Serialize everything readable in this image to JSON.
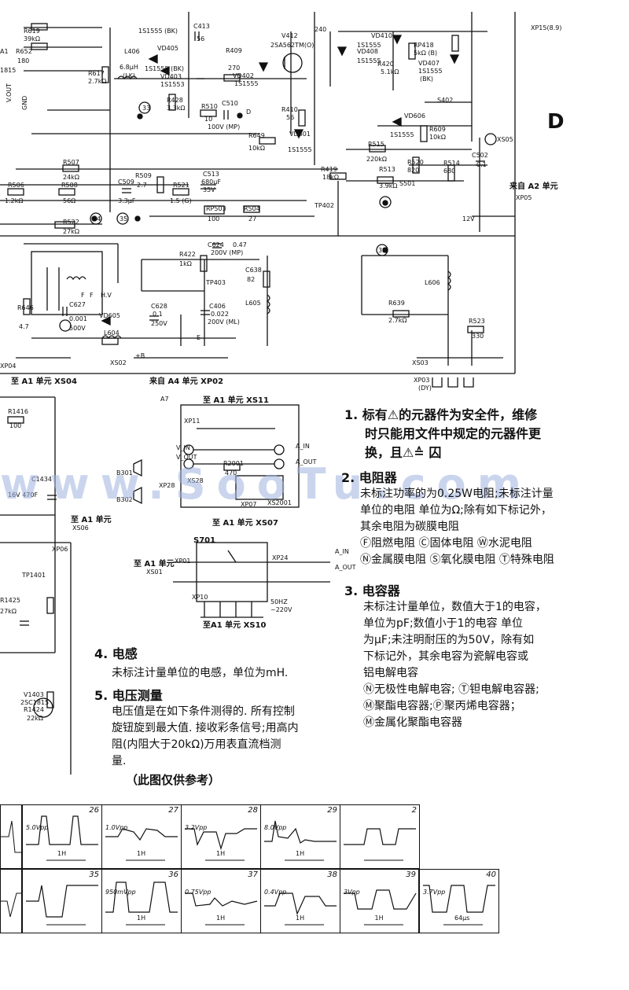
{
  "section_letter": "D",
  "watermark": "www.SooTu.com",
  "labels": {
    "xp15": "XP15(8.9)",
    "r619": "R619",
    "r619v": "39kΩ",
    "r652": "R652",
    "r652v": "180",
    "a1": "A1",
    "s815": "1815",
    "vout": "V.OUT",
    "gnd": "GND",
    "r617": "R617",
    "r617v": "2.7kΩ",
    "vd1s": "1S1555 (BK)",
    "c413": "C413",
    "c413v": "56",
    "l406": "L406",
    "l406v": "6.8μH",
    "lk": "(LK)",
    "vd405": "VD405",
    "vd405m": "1S1555 (BK)",
    "vd403": "VD403",
    "vd403m": "1S1553",
    "r409": "R409",
    "r409v": "270",
    "vd402": "VD402",
    "vd402m": "1S1555",
    "v412": "V412",
    "v412m": "2SA562TM(O)",
    "n240": "240",
    "vd410": "VD410",
    "vd410m": "1S1555",
    "vd408": "VD408",
    "vd408m": "1S1555",
    "rp418": "RP418",
    "rp418v": "5kΩ (B)",
    "r420": "R420",
    "r420v": "5.1kΩ",
    "vd407": "VD407",
    "vd407m": "1S1555",
    "vd407b": "(BK)",
    "r428": "R428",
    "r428v": "3.3kΩ",
    "r510": "R510",
    "r510v": "10",
    "c510": "C510",
    "c510v": "100V (MP)",
    "d": "D",
    "r410": "R410",
    "r410v": "56",
    "s402": "S402",
    "vd606": "VD606",
    "vd606m": "1S1555",
    "r609": "R609",
    "r609v": "10kΩ",
    "r649": "R649",
    "r649v": "10kΩ",
    "vd601": "VD601",
    "vd601m": "1S1555",
    "r507": "R507",
    "r507v": "24kΩ",
    "r509": "R509",
    "r509v": "2.7",
    "c513": "C513",
    "c513v": "680μF",
    "c513w": "35V",
    "r515": "R515",
    "r515v": "220kΩ",
    "r520": "R520",
    "r520v": "820",
    "r513": "R513",
    "r513v": "3.9kΩ",
    "s501": "S501",
    "r514": "R514",
    "r514v": "680",
    "c502": "C502",
    "c502v": "0.1",
    "xs05": "XS05",
    "from_a2": "来自 A2 单元",
    "xp05": "XP05",
    "r419": "R419",
    "r419v": "18kΩ",
    "r506": "R506",
    "r506v": "1.2kΩ",
    "r508": "R508",
    "r508v": "56Ω",
    "c509": "C509",
    "c509v": "3.3μF",
    "r521": "R521",
    "r521v": "1.5 (G)",
    "rp503": "RP503",
    "rp503v": "100",
    "r504": "R504",
    "r504v": "27",
    "tp402": "TP402",
    "v12": "12V",
    "r522": "R522",
    "r522v": "27kΩ",
    "c624": "C624",
    "c624v": "0.47",
    "c624w": "200V (MP)",
    "r422": "R422",
    "r422v": "1kΩ",
    "c638": "C638",
    "c638v": "82",
    "tp403": "TP403",
    "l605": "L605",
    "l606": "L606",
    "c406": "C406",
    "c406v": "0.022",
    "c406w": "200V (ML)",
    "c627": "C627",
    "c627v": "0.001",
    "c627w": "500V",
    "vd605": "VD605",
    "c628": "C628",
    "c628v": "0.1",
    "c628w": "250V",
    "r639": "R639",
    "r639v": "2.7kΩ",
    "r523": "R523",
    "r523v": "330",
    "l604": "L604",
    "r646": "R646",
    "r646v": "4.7",
    "hv": "H.V",
    "f1": "F",
    "f2": "F",
    "xs02": "XS02",
    "b1": "+B",
    "e": "E",
    "xp04": "XP04",
    "to_a1_xs04": "至 A1 单元 XS04",
    "from_a4_xp02": "来自 A4 单元 XP02",
    "xs03": "XS03",
    "xp03": "XP03",
    "dy": "(DY)",
    "a7": "A7",
    "to_a1_xs11": "至 A1 单元 XS11",
    "xp11": "XP11",
    "vin": "V_IN",
    "vout2": "V_OUT",
    "ain": "A_IN",
    "aout": "A_OUT",
    "r2001": "R2001",
    "r2001v": "470",
    "b301": "B301",
    "b302": "B302",
    "xs28": "XS28",
    "xp28": "XP28",
    "xp07": "XP07",
    "xs2001": "XS2001",
    "to_a1_xs07": "至 A1 单元 XS07",
    "r1416": "R1416",
    "r1416v": "100",
    "c1434": "C1434",
    "c1434v": "16V 470F",
    "to_a1_xs06": "至 A1 单元",
    "xs06": "XS06",
    "xp06": "XP06",
    "tp1401": "TP1401",
    "r1425": "R1425",
    "r1425v": "27kΩ",
    "v1403": "V1403",
    "v1403m": "2SC1815",
    "r1424": "R1424",
    "r1424v": "22kΩ",
    "s701": "S701",
    "to_a1_xs01": "至 A1 单元",
    "xs01": "XS01",
    "xp01": "XP01",
    "xp24": "XP24",
    "xp10": "XP10",
    "hz": "50HZ",
    "v220": "~220V",
    "to_a1_xs10": "至A1 单元 XS10",
    "ain2": "A_IN",
    "aout2": "A_OUT",
    "n33": "33",
    "n34": "34",
    "n35": "35",
    "n32": "32"
  },
  "notes": {
    "n1": "1. 标有⚠的元器件为安全件，维修",
    "n1b": "时只能用文件中规定的元器件更",
    "n1c": "换，且⚠≙ 囚",
    "n2": "2. 电阻器",
    "n2a": "未标注功率的为0.25W电阻;未标注计量",
    "n2b": "单位的电阻  单位为Ω;除有如下标记外，",
    "n2c": "其余电阻为碳膜电阻",
    "n2d": "Ⓕ阻燃电阻  Ⓒ固体电阻  Ⓦ水泥电阻",
    "n2e": "Ⓝ金属膜电阻 Ⓢ氧化膜电阻 Ⓣ特殊电阻",
    "n3": "3. 电容器",
    "n3a": "未标注计量单位，数值大于1的电容，",
    "n3b": "单位为pF;数值小于1的电容  单位",
    "n3c": "为μF;未注明耐压的为50V，除有如",
    "n3d": "下标记外，其余电容为瓷解电容或",
    "n3e": "铝电解电容",
    "n3f": "Ⓝ无极性电解电容; Ⓣ钽电解电容器;",
    "n3g": "Ⓜ聚酯电容器;Ⓟ聚丙烯电容器；",
    "n3h": "Ⓜ金属化聚酯电容器",
    "n4": "4. 电感",
    "n4a": "未标注计量单位的电感，单位为mH.",
    "n5": "5. 电压测量",
    "n5a": "电压值是在如下条件测得的. 所有控制",
    "n5b": "旋钮旋到最大值. 接收彩条信号;用高内",
    "n5c": "阻(内阻大于20kΩ)万用表直流档测",
    "n5d": "量.",
    "caption": "（此图仅供参考）"
  },
  "waveforms": [
    {
      "num": "26",
      "vpp": "5.0Vpp",
      "h": "1H"
    },
    {
      "num": "27",
      "vpp": "1.0Vpp",
      "h": "1H"
    },
    {
      "num": "28",
      "vpp": "3.2Vpp",
      "h": "1H"
    },
    {
      "num": "29",
      "vpp": "8.0Vpp",
      "h": "1H"
    },
    {
      "num": "2",
      "vpp": "",
      "h": ""
    },
    {
      "num": "35",
      "vpp": "",
      "h": ""
    },
    {
      "num": "36",
      "vpp": "950mVpp",
      "h": "1H"
    },
    {
      "num": "37",
      "vpp": "0.75Vpp",
      "h": "1H"
    },
    {
      "num": "38",
      "vpp": "0.4Vpp",
      "h": "1H"
    },
    {
      "num": "39",
      "vpp": "3Vpp",
      "h": "1H"
    },
    {
      "num": "40",
      "vpp": "3.7Vpp",
      "h": "64μs"
    }
  ]
}
